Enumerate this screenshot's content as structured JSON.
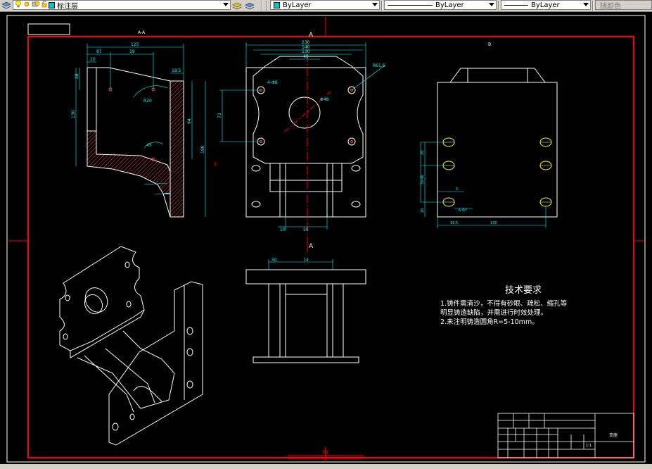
{
  "toolbar": {
    "layer_name": "标注层",
    "color_value": "ByLayer",
    "linetype_value": "ByLayer",
    "lineweight_value": "ByLayer",
    "plotstyle_value": "随颜色"
  },
  "drawing": {
    "section_label_top": "A",
    "section_label_bottom": "A",
    "section_marker_b": "B",
    "view_label_left": "A-A",
    "view_label_right": "B",
    "dims_left": {
      "d125": "125",
      "d87": "87",
      "d59": "59",
      "d10": "10",
      "d185": "18.5",
      "d28": "28",
      "d130": "130",
      "d94": "94",
      "d180": "180",
      "d45": "45",
      "r20": "R20"
    },
    "dims_front": {
      "d230": "230",
      "d140": "140",
      "d130": "130",
      "d48": "48",
      "r615": "R61.5",
      "phi4": "4-Φ8",
      "phi48": "Φ48",
      "d73": "73",
      "d10": "10",
      "d50": "50"
    },
    "dims_right": {
      "d130": "130",
      "d16": "16.5",
      "d5": "5",
      "d640": "6-Φ7",
      "d20a": "20",
      "d20b": "20",
      "d3140": "3×40"
    },
    "dims_bottom": {
      "d30": "30",
      "d74": "74"
    },
    "tech_title": "技术要求",
    "tech_line1": "1.铸件需清沙，不得有砂眼、疏松、缩孔等",
    "tech_line2": "明显铸造缺陷，并需进行时效处理。",
    "tech_line3": "2.未注明铸造圆角R=5-10mm。",
    "title_block_name": "支座",
    "title_block_scale": "1:1",
    "bottom_mark": "中"
  },
  "colors": {
    "frame": "#ff0000",
    "geometry": "#ffffff",
    "dimension": "#00ffff",
    "hatch": "#ff4040",
    "centerline": "#ff0000",
    "highlight": "#ffff00",
    "cyan_swatch": "#00c8c8"
  }
}
